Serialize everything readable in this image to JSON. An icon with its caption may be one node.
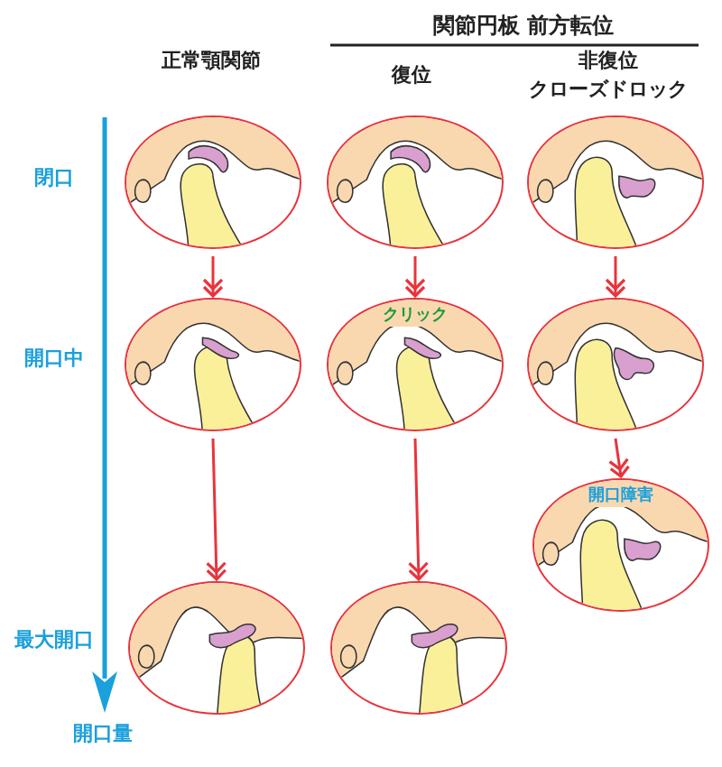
{
  "diagram": {
    "nodes": [
      {
        "text": [],
        "shape": "picture"
      },
      {
        "text": [],
        "shape": "picture"
      },
      {
        "text": [],
        "shape": "picture"
      },
      {
        "text": [],
        "shape": "picture"
      },
      {
        "text": [
          "クリック"
        ]
      },
      {
        "text": [],
        "shape": "picture"
      },
      {
        "text": [
          "開口障害"
        ]
      },
      {
        "text": [],
        "shape": "picture"
      },
      {
        "text": [],
        "shape": "picture"
      }
    ],
    "edges": [
      {
        "from": 0,
        "to": 3,
        "arrow": "to"
      },
      {
        "from": 1,
        "to": 4,
        "arrow": "to"
      },
      {
        "from": 2,
        "to": 5,
        "arrow": "to"
      },
      {
        "from": 5,
        "to": 6,
        "arrow": "to"
      },
      {
        "from": 3,
        "to": 7,
        "arrow": "to"
      },
      {
        "from": 4,
        "to": 8,
        "arrow": "to"
      }
    ],
    "labels": [
      "関節円板 前方転位",
      "正常顎関節",
      "復位",
      "非復位",
      "クローズドロック",
      "閉口",
      "開口中",
      "最大開口",
      "開口量"
    ]
  }
}
